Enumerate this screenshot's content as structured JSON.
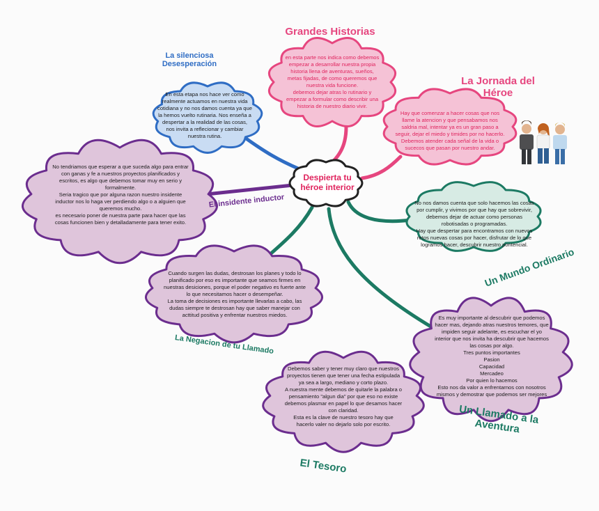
{
  "center": {
    "label": "Despierta tu\nhéroe interior"
  },
  "colors": {
    "pink": "#e6467f",
    "pink_fill": "#f5c2d6",
    "blue": "#2f6dc4",
    "blue_fill": "#c9dcf3",
    "purple": "#6b2d8e",
    "mauve_fill": "#dfc5db",
    "green": "#1c7a63",
    "green_fill": "#d7ebe4",
    "red_text": "#e0245e"
  },
  "branches": {
    "silenciosa": {
      "title": "La silenciosa\nDesesperación",
      "text": "En esta etapa nos hace ver como realmente actuamos en nuestra vida cotidiana y no nos damos cuenta ya que la hemos vuelto rutinaria. Nos enseña a despertar a la realidad de las cosas, nos invita a reflecionar y cambiar nuestra rutina."
    },
    "grandes": {
      "title": "Grandes Historias",
      "text": "en esta parte nos indica como debemos empezar a desarrollar nuestra propia historia llena de aventuras, sueños, metas fijadas, de como queremos que nuestra vida funcione.\ndebemos dejar atras lo rutinario y empezar a formular como describir una historia de nuestro diario vivir."
    },
    "jornada": {
      "title": "La Jornada del\nHéroe",
      "text": "Hay que comenzar a hacer cosas que nos llame la atencion y que pensabamos nos saldria mal, intentar ya es un gran paso a seguir, dejar el miedo y timides por no hacerlo.\nDebemos atender cada señal de la vida o sucecos que pasan por nuestro andar."
    },
    "inductor": {
      "title": "El insidente inductor",
      "text": "No tendriamos que esperar a que suceda algo para entrar con ganas y fe a nuestros proyectos planificados y escritos, es algo que debemos tomar muy en serio y formalmente.\nSeria tragico que por alguna razon nuestro insidente inductor nos lo haga ver perdiendo algo o a alguien que queremos mucho.\nes necesario poner de nuestra parte para hacer que las cosas funcionen bien y detalladamente para tener exito."
    },
    "ordinario": {
      "title": "Un Mundo Ordinario",
      "text": "No nos damos cuenta que solo hacemos las cosas por cumplir, y vivimos por que hay que sobrevivir, debemos dejar de actuar como personas robotisadas o programadas.\nHay que despertar para encontramos con nuevos retos nuevas cosas por hacer, disfrutar de lo que logramos hacer, descubrir nuestro pontencial."
    },
    "negacion": {
      "title": "La Negacion de tu Llamado",
      "text": "Cuando surgen las dudas, destrosan los planes y todo lo planificado por eso es importante que seamos firmes en nuestras desiciones,  porque el poder negativo es fuerte ante lo que necesitamos hacer  o desempeñar.\nLa toma de decisiones es importante llevarlas a cabo, las dudas siempre te destrosan hay que saber manejar con acttitud positiva y enfrentar nuestros miedos."
    },
    "llamado": {
      "title": "Un Llamado a la\nAventura",
      "text": "Es muy importante al descubrir que podemos hacer mas, dejando atras nuestros temores, que impiden seguir adelante, es escuchar el yo interior que nos invita ha descubrir que hacemos las cosas por algo.\nTres puntos importantes\nPasion\nCapacidad\nMercadeo\nPor quien lo hacemos\nEsto nos da valor a enfrentarnos con nosotros mismos y demostrar que podemos ser mejores"
    },
    "tesoro": {
      "title": "El Tesoro",
      "text": "Debemos saber y tener muy claro que nuestros proyectos tienen que tener una fecha estipulada ya sea a largo, mediano y corto plazo.\nA nuestra mente debemos de quitarle la palabra o pensamiento \"algun dia\" por que eso no existe debemos plasmar en papel lo que desamos hacer con claridad.\nEsta es la clave de nuestro tesoro hay que hacerlo valer no dejarlo solo por escrito."
    }
  },
  "people": {
    "icon": "people-group-icon"
  }
}
